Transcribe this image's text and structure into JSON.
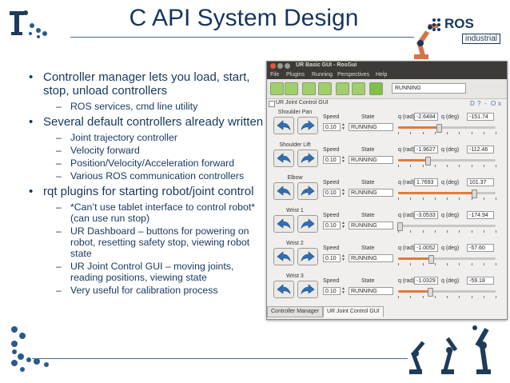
{
  "slide": {
    "title": "C API System Design"
  },
  "ros_logo": {
    "text": "ROS",
    "sub": "industrial"
  },
  "bullets": [
    {
      "text": "Controller manager lets you load, start, stop, unload controllers",
      "sub": [
        "ROS services, cmd line utility"
      ]
    },
    {
      "text": "Several default controllers already written",
      "sub": [
        "Joint trajectory controller",
        "Velocity forward",
        "Position/Velocity/Acceleration forward",
        "Various ROS communication controllers"
      ]
    },
    {
      "text": "rqt plugins for starting robot/joint control",
      "sub": [
        "*Can’t use tablet interface to control robot* (can use run stop)",
        "UR Dashboard – buttons for powering on robot, resetting safety stop, viewing robot state",
        "UR Joint Control GUI – moving joints, reading positions, viewing state",
        "Very useful for calibration process"
      ]
    }
  ],
  "gui": {
    "window_title": "UR Basic GUI - RosGui",
    "menu": [
      "File",
      "Plugins",
      "Running",
      "Perspectives",
      "Help"
    ],
    "status": "RUNNING",
    "plugin_name": "UR Joint Control GUI",
    "plugin_icons": [
      "D",
      "?",
      "-",
      "O",
      "x"
    ],
    "labels": {
      "speed": "Speed",
      "state": "State",
      "q_rad": "q (rad)",
      "q_deg": "q (deg)"
    },
    "joints": [
      {
        "name": "Shoulder Pan",
        "speed": "0.10",
        "state": "RUNNING",
        "q_rad": "-2.6484",
        "q_deg": "-151.74",
        "slider": 0.42
      },
      {
        "name": "Shoulder Lift",
        "speed": "0.10",
        "state": "RUNNING",
        "q_rad": "-1.9627",
        "q_deg": "-112.46",
        "slider": 0.3
      },
      {
        "name": "Elbow",
        "speed": "0.10",
        "state": "RUNNING",
        "q_rad": "1.7693",
        "q_deg": "101.37",
        "slider": 0.78
      },
      {
        "name": "Wrist 1",
        "speed": "0.10",
        "state": "RUNNING",
        "q_rad": "-3.0533",
        "q_deg": "-174.94",
        "slider": 0.02
      },
      {
        "name": "Wrist 2",
        "speed": "0.10",
        "state": "RUNNING",
        "q_rad": "-1.0052",
        "q_deg": "-57.60",
        "slider": 0.34
      },
      {
        "name": "Wrist 3",
        "speed": "0.10",
        "state": "RUNNING",
        "q_rad": "-1.0329",
        "q_deg": "-59.18",
        "slider": 0.33
      }
    ],
    "tabs": [
      "Controller Manager",
      "UR Joint Control GUI"
    ]
  },
  "colors": {
    "title": "#17365d",
    "slider_fill": "#e07a3c",
    "window_chrome": "#3c3b37",
    "close": "#e8533c",
    "minimize": "#9c9a94"
  }
}
